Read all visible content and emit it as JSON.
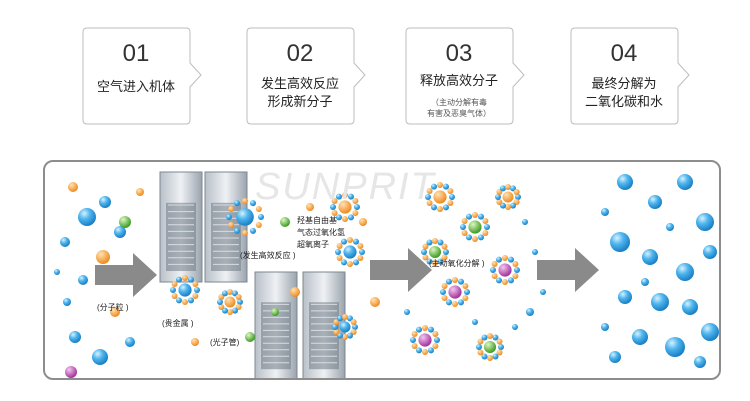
{
  "steps": [
    {
      "number": "01",
      "lines": [
        "空气进入机体"
      ],
      "sub": []
    },
    {
      "number": "02",
      "lines": [
        "发生高效反应",
        "形成新分子"
      ],
      "sub": []
    },
    {
      "number": "03",
      "lines": [
        "释放高效分子"
      ],
      "sub": [
        "（主动分解有毒",
        "有害及恶臭气体）"
      ]
    },
    {
      "number": "04",
      "lines": [
        "最终分解为",
        "二氧化碳和水"
      ],
      "sub": []
    }
  ],
  "diagram": {
    "labels": {
      "molecule_particle": "(分子粒 )",
      "precious_metal": "(贵金属 )",
      "photon_tube": "(光子管)",
      "efficient_reaction": "(发生高效反应 )",
      "radicals_line1": "羟基自由基",
      "radicals_line2": "气态过氧化氢",
      "radicals_line3": "超氧离子",
      "active_decomposition": "(主动氧化分解 )"
    },
    "watermark": "SUNPRIT",
    "colors": {
      "arrow": "#8a8a8a",
      "bubble": "#3aa7e6",
      "orange": "#f29b38",
      "green": "#6cbf3a",
      "panel_border": "#8d8d8d"
    }
  }
}
